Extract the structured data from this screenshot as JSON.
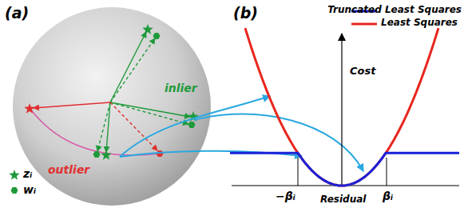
{
  "diagram": {
    "labels": [
      "(a)",
      "(b)",
      "inlier",
      "outlier",
      "Cost",
      "−βᵢ",
      "Residual",
      "βᵢ"
    ],
    "legend": [
      {
        "text": "zᵢ"
      },
      {
        "text": "wᵢ"
      },
      {
        "text": "Truncated Least Squares"
      },
      {
        "text": "Least Squares"
      }
    ]
  }
}
